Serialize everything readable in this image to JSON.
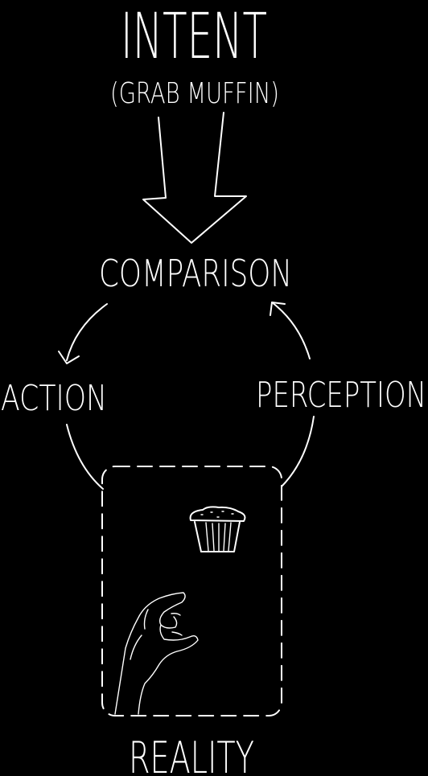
{
  "labels": {
    "intent": "INTENT",
    "intent_detail": "(GRAB MUFFIN)",
    "comparison": "COMPARISON",
    "action": "ACTION",
    "perception": "PERCEPTION",
    "reality": "REALITY"
  },
  "icons": {
    "muffin": "muffin-icon",
    "hand": "hand-icon"
  },
  "colors": {
    "background": "#000000",
    "ink": "#ffffff"
  }
}
